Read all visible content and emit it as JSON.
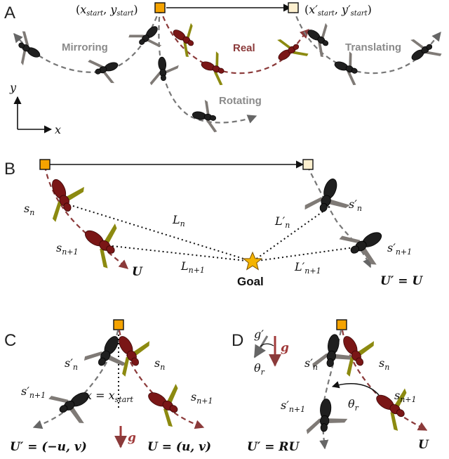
{
  "panels": {
    "a": "A",
    "b": "B",
    "c": "C",
    "d": "D"
  },
  "panel_a": {
    "start_label": "(x_start, y_start)",
    "start_label_x": "(",
    "start_label_x_var": "x",
    "start_label_x_sub": "start",
    "start_label_sep": ", ",
    "start_label_y_var": "y",
    "start_label_y_sub": "start",
    "start_label_close": ")",
    "end_label_x_var": "x′",
    "end_label_x_sub": "start",
    "end_label_y_var": "y′",
    "end_label_y_sub": "start",
    "mirroring": "Mirroring",
    "real": "Real",
    "translating": "Translating",
    "rotating": "Rotating",
    "axis_y": "y",
    "axis_x": "x"
  },
  "panel_b": {
    "s_n": "s",
    "s_n_sub": "n",
    "s_n1_sub": "n+1",
    "s_prime_n": "s′",
    "L_n": "L",
    "L_n_sub": "n",
    "L_prime": "L′",
    "L_n1_sub": "n+1",
    "goal": "Goal",
    "U": "U",
    "U_prime_eq": "U′ = U"
  },
  "panel_c": {
    "s_prime": "s′",
    "s": "s",
    "sub_n": "n",
    "sub_n1": "n+1",
    "axis_eq": "x = x",
    "axis_eq_sub": "start",
    "g": "g",
    "U_prime": "U′ = (−u, v)",
    "U": "U = (u, v)"
  },
  "panel_d": {
    "g_prime": "g′",
    "g": "g",
    "theta": "θ",
    "theta_sub": "r",
    "s_prime": "s′",
    "s": "s",
    "sub_n": "n",
    "sub_n1": "n+1",
    "U_prime": "U′ = RU",
    "U": "U"
  },
  "colors": {
    "start_marker": "#f5a300",
    "end_marker": "#fdf0cf",
    "real_path": "#8b3a3a",
    "transformed_path": "#777777",
    "gravity": "#a03a3a",
    "star": "#f5b400"
  }
}
